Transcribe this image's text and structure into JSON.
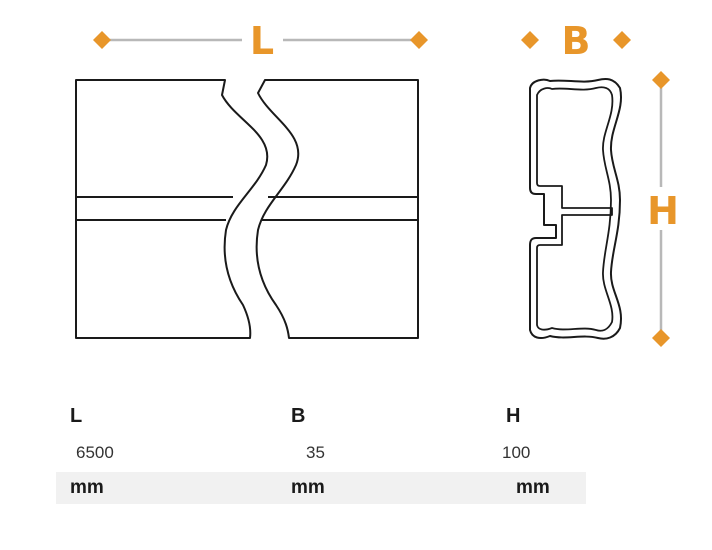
{
  "colors": {
    "accent": "#e8962a",
    "line": "#b8b8b8",
    "outline": "#1a1a1a",
    "unit_row_bg": "#f1f1f1"
  },
  "drawing": {
    "length_label": "L",
    "width_label": "B",
    "height_label": "H"
  },
  "specs": {
    "headers": [
      "L",
      "B",
      "H"
    ],
    "values": [
      "6500",
      "35",
      "100"
    ],
    "units": [
      "mm",
      "mm",
      "mm"
    ]
  }
}
